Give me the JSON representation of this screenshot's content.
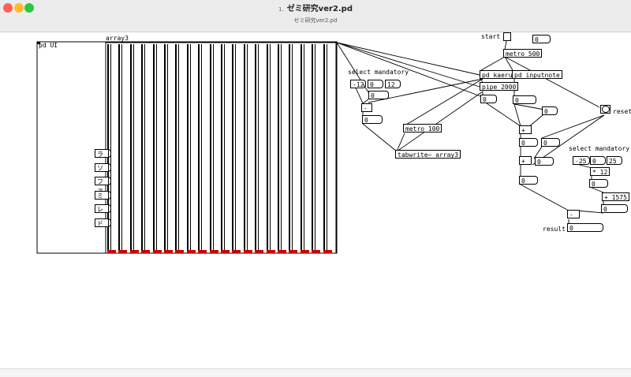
{
  "window": {
    "title": "ゼミ研究ver2.pd",
    "subtitle": "ゼミ研究ver2.pd",
    "doc_icon_glyph": "1.",
    "controls": {
      "close": "#ff5f57",
      "minimize": "#febc2e",
      "zoom": "#28c840"
    }
  },
  "canvas": {
    "pd_ui_label": "pd UI",
    "array_label": "array3",
    "scale_notes": [
      "ラ",
      "ソ",
      "ファ",
      "ミ",
      "レ",
      "ド"
    ],
    "objects": {
      "start_label": "start",
      "start_number": "0",
      "metro500": "metro 500",
      "pd_kaeru": "pd kaeru",
      "pd_inputnote": "pd inputnote",
      "pipe2000": "pipe 2000",
      "pipe_out": "0",
      "select_mandatory_1": "select mandatory",
      "num_minus12": "-12",
      "num_zero_a": "0",
      "num_12": "12",
      "num_zero_b": "0",
      "minus_op_1": "-",
      "num_zero_c": "0",
      "metro100": "metro 100",
      "tabwrite": "tabwrite~ array3",
      "num_zero_d": "0",
      "num_zero_e": "0",
      "plus_op_1": "+",
      "num_zero_f": "0",
      "num_zero_g": "0",
      "plus_op_2": "+",
      "num_zero_h": "0",
      "num_zero_i": "0",
      "reset_label": "reset",
      "select_mandatory_2": "select mandatory",
      "num_minus25": "-25",
      "num_zero_j": "0",
      "num_25": "25",
      "times12": "* 12",
      "num_zero_k": "0",
      "plus1575": "+ 1575",
      "num_zero_l": "0",
      "minus_op_2": "-",
      "result_label": "result",
      "result_number": "0"
    }
  }
}
